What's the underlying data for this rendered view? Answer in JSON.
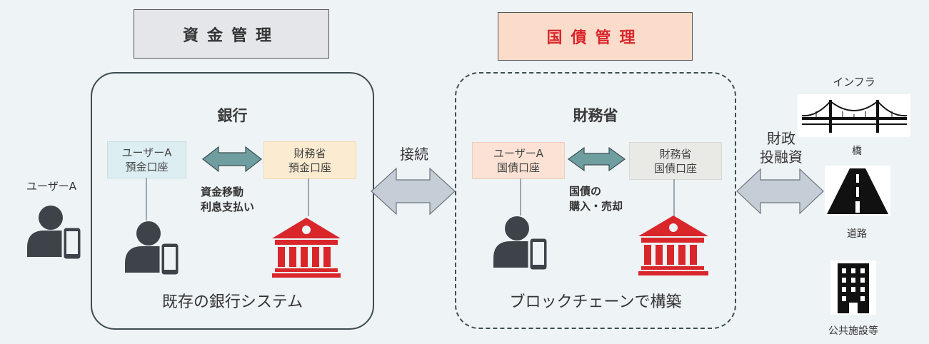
{
  "headers": {
    "fund_management": "資金管理",
    "jgb_management": "国債管理"
  },
  "bank": {
    "title": "銀行",
    "user_account": [
      "ユーザーA",
      "預金口座"
    ],
    "mof_account": [
      "財務省",
      "預金口座"
    ],
    "flow_label": [
      "資金移動",
      "利息支払い"
    ],
    "footer": "既存の銀行システム"
  },
  "connection_label": "接続",
  "mof": {
    "title": "財務省",
    "user_account": [
      "ユーザーA",
      "国債口座"
    ],
    "mof_account": [
      "財務省",
      "国債口座"
    ],
    "flow_label": [
      "国債の",
      "購入・売却"
    ],
    "footer": "ブロックチェーンで構築"
  },
  "outside_user_label": "ユーザーA",
  "fiscal_label": [
    "財政",
    "投融資"
  ],
  "infra": {
    "title": "インフラ",
    "items": [
      "橋",
      "道路",
      "公共施設等"
    ]
  },
  "colors": {
    "background": "#eef3f5",
    "fund_header_fill": "#e4e6ea",
    "jgb_header_fill": "#fbdccb",
    "jgb_header_text": "#d9262b",
    "teal_arrow": "#6f9ea1",
    "grey_arrow": "#c5cdd6",
    "bank_icon_red": "#d9262b",
    "person_icon": "#3d4348",
    "user_account_fill_bank": "#dceef2",
    "mof_account_fill_bank": "#fbebd0",
    "user_account_fill_mof": "#fbe2d4",
    "mof_account_fill_mof": "#e9e9e6"
  }
}
